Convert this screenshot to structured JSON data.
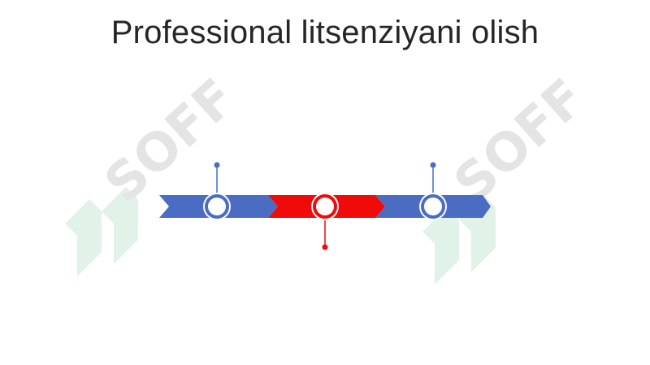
{
  "slide": {
    "title": "Professional litsenziyani olish"
  },
  "watermark": {
    "text": "SOFF",
    "logo_icon": "soff-logo-icon",
    "color_text": "#3a3a3a",
    "color_logo": "#1e9e5a"
  },
  "timeline": {
    "segments": [
      {
        "color": "#4a6cc2"
      },
      {
        "color": "#f00a0a"
      },
      {
        "color": "#4a6cc2"
      }
    ],
    "milestones": [
      {
        "color": "#4a6cc2",
        "pin": "up"
      },
      {
        "color": "#f00a0a",
        "pin": "down"
      },
      {
        "color": "#4a6cc2",
        "pin": "up"
      }
    ]
  }
}
